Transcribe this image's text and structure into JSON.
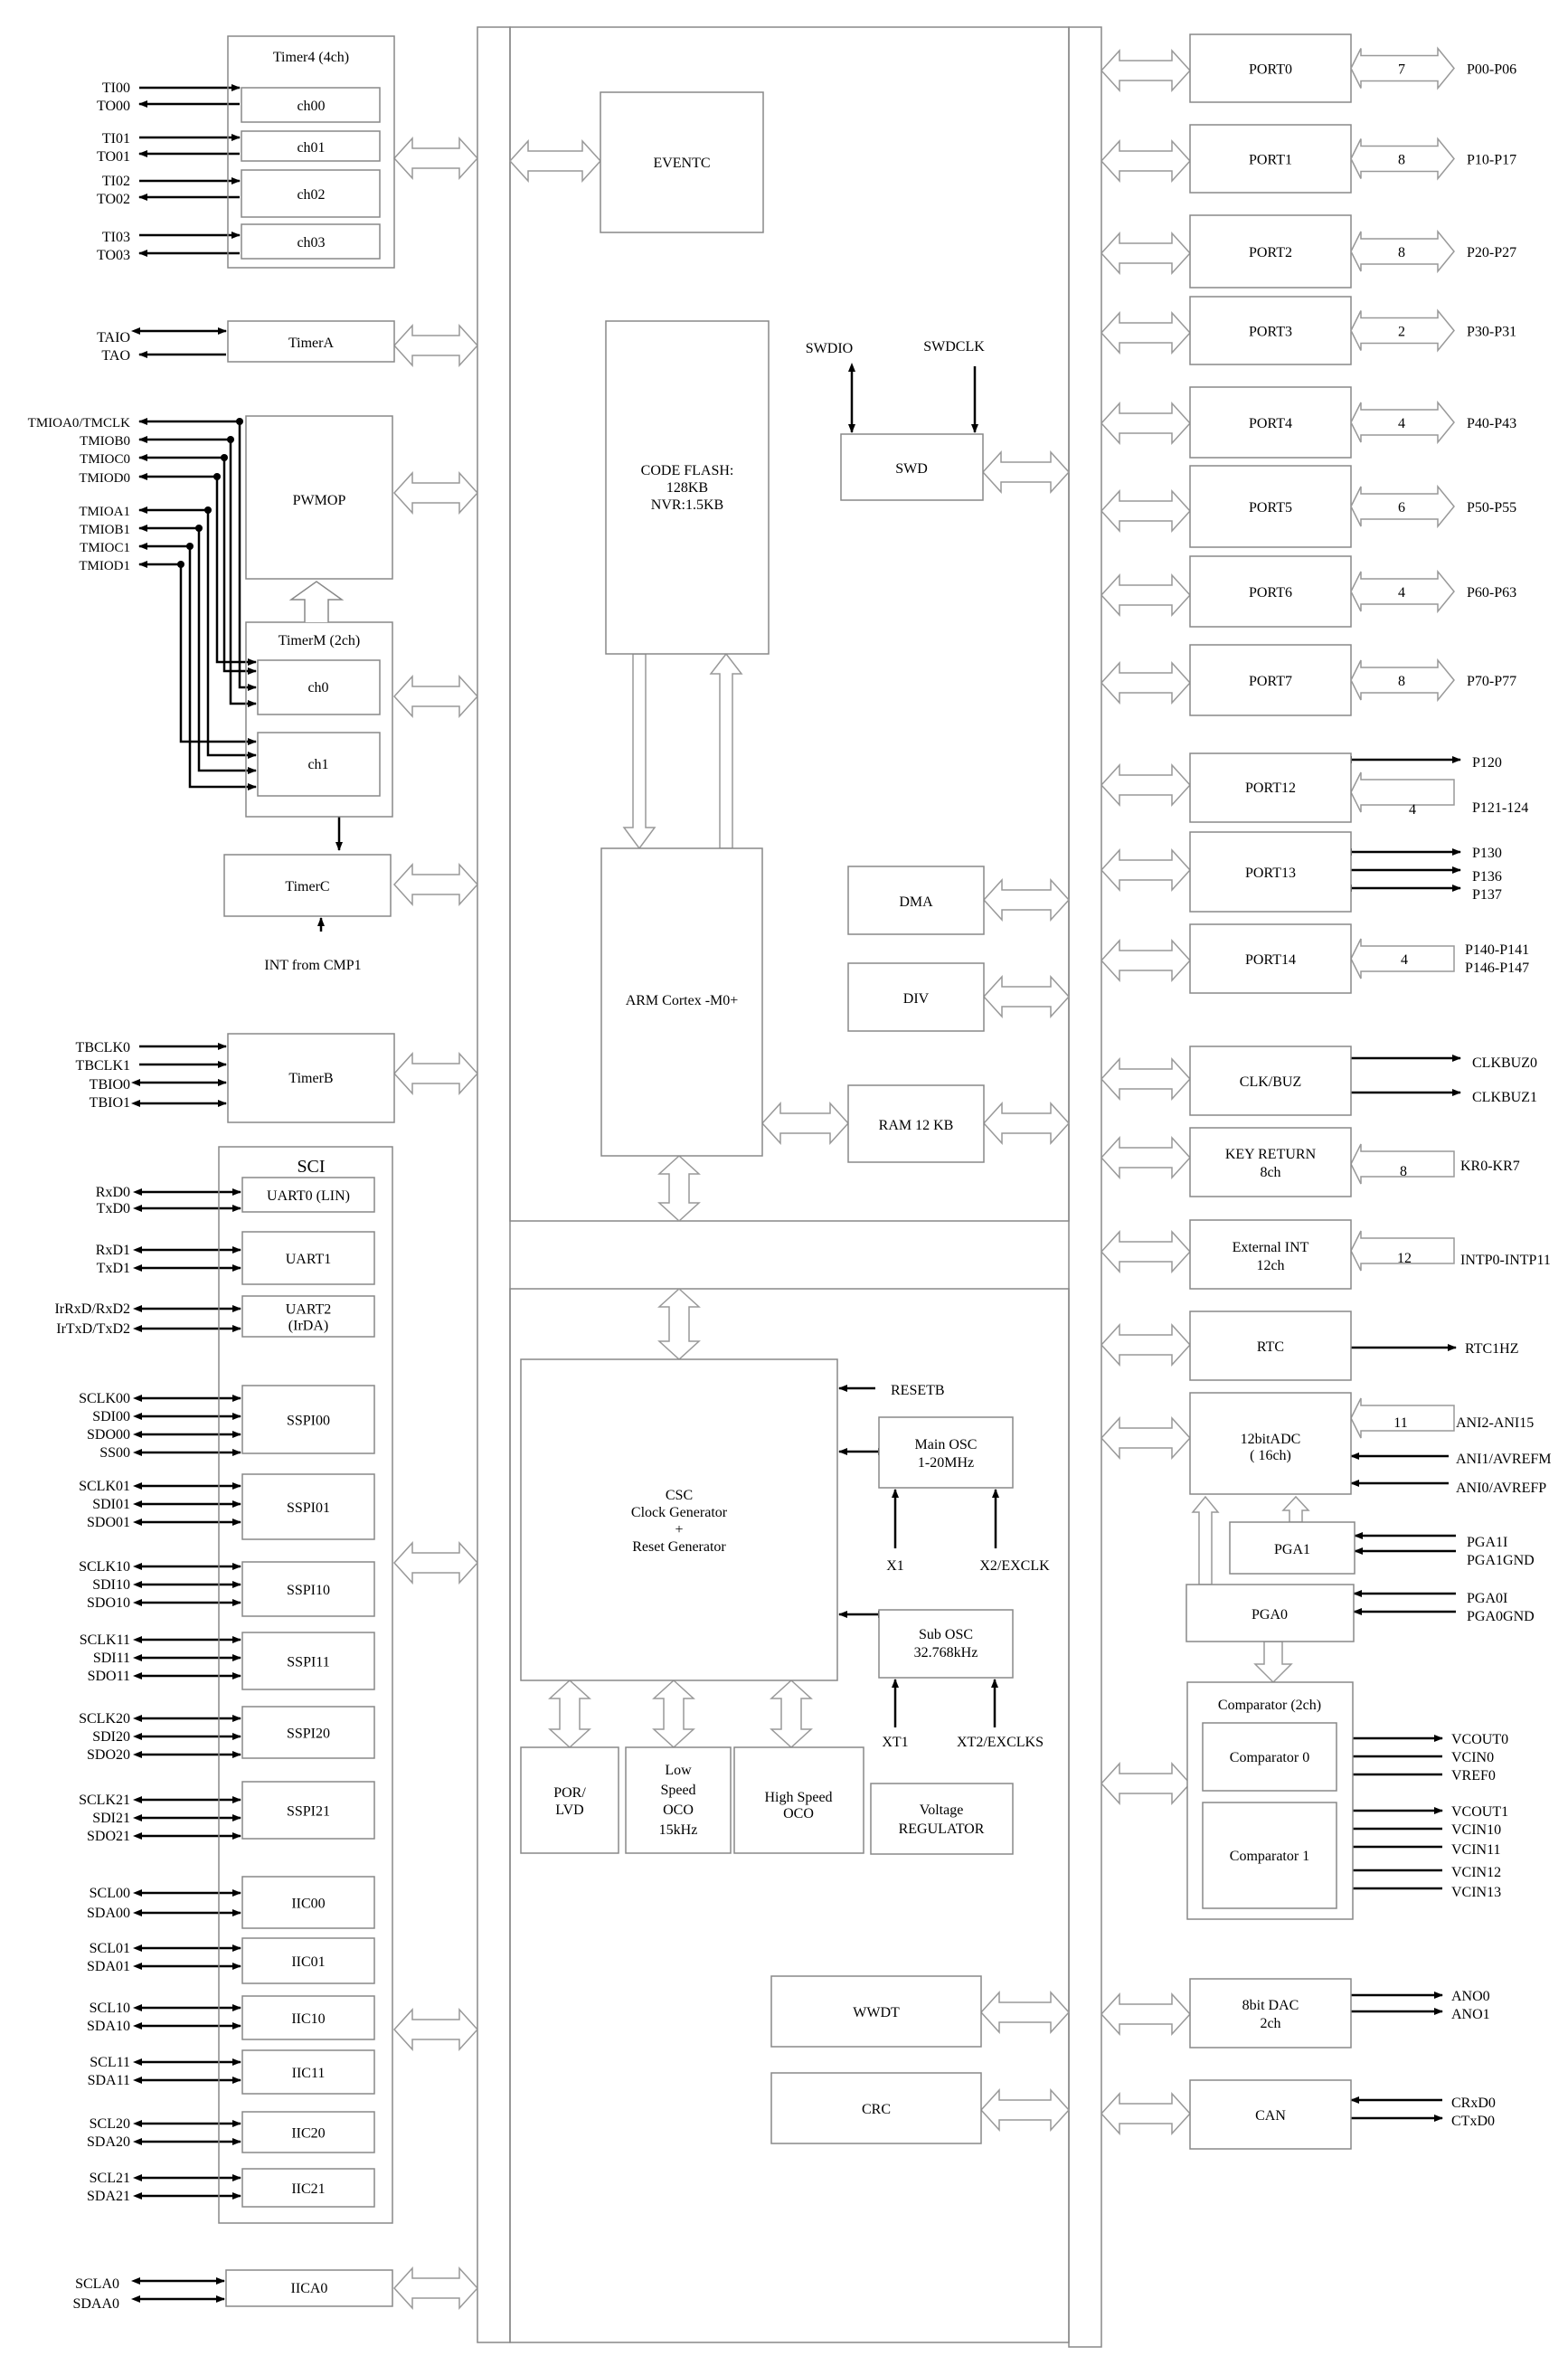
{
  "blocks": {
    "timer4": {
      "title": "Timer4 (4ch)",
      "ch": [
        "ch00",
        "ch01",
        "ch02",
        "ch03"
      ],
      "pins": [
        "TI00",
        "TO00",
        "TI01",
        "TO01",
        "TI02",
        "TO02",
        "TI03",
        "TO03"
      ]
    },
    "timera": {
      "label": "TimerA",
      "pins": [
        "TAIO",
        "TAO"
      ]
    },
    "pwmop": {
      "label": "PWMOP",
      "pins": [
        "TMIOA0/TMCLK",
        "TMIOB0",
        "TMIOC0",
        "TMIOD0",
        "TMIOA1",
        "TMIOB1",
        "TMIOC1",
        "TMIOD1"
      ]
    },
    "timerm": {
      "title": "TimerM (2ch)",
      "ch": [
        "ch0",
        "ch1"
      ]
    },
    "timerc": {
      "label": "TimerC",
      "note": "INT from CMP1"
    },
    "timerb": {
      "label": "TimerB",
      "pins": [
        "TBCLK0",
        "TBCLK1",
        "TBIO0",
        "TBIO1"
      ]
    },
    "sci": {
      "title": "SCI",
      "units": [
        {
          "label": "UART0 (LIN)",
          "pins": [
            "RxD0",
            "TxD0"
          ]
        },
        {
          "label": "UART1",
          "pins": [
            "RxD1",
            "TxD1"
          ]
        },
        {
          "label": "UART2",
          "label2": "(IrDA)",
          "pins": [
            "IrRxD/RxD2",
            "IrTxD/TxD2"
          ]
        },
        {
          "label": "SSPI00",
          "pins": [
            "SCLK00",
            "SDI00",
            "SDO00",
            "SS00"
          ]
        },
        {
          "label": "SSPI01",
          "pins": [
            "SCLK01",
            "SDI01",
            "SDO01"
          ]
        },
        {
          "label": "SSPI10",
          "pins": [
            "SCLK10",
            "SDI10",
            "SDO10"
          ]
        },
        {
          "label": "SSPI11",
          "pins": [
            "SCLK11",
            "SDI11",
            "SDO11"
          ]
        },
        {
          "label": "SSPI20",
          "pins": [
            "SCLK20",
            "SDI20",
            "SDO20"
          ]
        },
        {
          "label": "SSPI21",
          "pins": [
            "SCLK21",
            "SDI21",
            "SDO21"
          ]
        },
        {
          "label": "IIC00",
          "pins": [
            "SCL00",
            "SDA00"
          ]
        },
        {
          "label": "IIC01",
          "pins": [
            "SCL01",
            "SDA01"
          ]
        },
        {
          "label": "IIC10",
          "pins": [
            "SCL10",
            "SDA10"
          ]
        },
        {
          "label": "IIC11",
          "pins": [
            "SCL11",
            "SDA11"
          ]
        },
        {
          "label": "IIC20",
          "pins": [
            "SCL20",
            "SDA20"
          ]
        },
        {
          "label": "IIC21",
          "pins": [
            "SCL21",
            "SDA21"
          ]
        }
      ]
    },
    "iica0": {
      "label": "IICA0",
      "pins": [
        "SCLA0",
        "SDAA0"
      ]
    },
    "eventc": {
      "label": "EVENTC"
    },
    "flash": {
      "l1": "CODE FLASH:",
      "l2": "128KB",
      "l3": "NVR:1.5KB"
    },
    "cpu": {
      "label": "ARM Cortex -M0+"
    },
    "swd": {
      "label": "SWD",
      "pins": [
        "SWDIO",
        "SWDCLK"
      ]
    },
    "dma": {
      "label": "DMA"
    },
    "div": {
      "label": "DIV"
    },
    "ram": {
      "label": "RAM   12 KB"
    },
    "csc": {
      "l1": "CSC",
      "l2": "Clock Generator",
      "l3": "+",
      "l4": "Reset Generator",
      "reset": "RESETB"
    },
    "mainosc": {
      "l1": "Main OSC",
      "l2": "1-20MHz",
      "pins": [
        "X1",
        "X2/EXCLK"
      ]
    },
    "subosc": {
      "l1": "Sub OSC",
      "l2": "32.768kHz",
      "pins": [
        "XT1",
        "XT2/EXCLKS"
      ]
    },
    "por": {
      "l1": "POR/",
      "l2": "LVD"
    },
    "lso": {
      "l1": "Low",
      "l2": "Speed",
      "l3": "OCO",
      "l4": "15kHz"
    },
    "hso": {
      "l1": "High  Speed",
      "l2": "OCO"
    },
    "vreg": {
      "l1": "Voltage",
      "l2": "REGULATOR"
    },
    "wwdt": {
      "label": "WWDT"
    },
    "crc": {
      "label": "CRC"
    },
    "ports": [
      {
        "label": "PORT0",
        "count": "7",
        "pins": "P00-P06"
      },
      {
        "label": "PORT1",
        "count": "8",
        "pins": "P10-P17"
      },
      {
        "label": "PORT2",
        "count": "8",
        "pins": "P20-P27"
      },
      {
        "label": "PORT3",
        "count": "2",
        "pins": "P30-P31"
      },
      {
        "label": "PORT4",
        "count": "4",
        "pins": "P40-P43"
      },
      {
        "label": "PORT5",
        "count": "6",
        "pins": "P50-P55"
      },
      {
        "label": "PORT6",
        "count": "4",
        "pins": "P60-P63"
      },
      {
        "label": "PORT7",
        "count": "8",
        "pins": "P70-P77"
      }
    ],
    "port12": {
      "label": "PORT12",
      "count": "4",
      "pins": [
        "P120",
        "P121-124"
      ]
    },
    "port13": {
      "label": "PORT13",
      "pins": [
        "P130",
        "P136",
        "P137"
      ]
    },
    "port14": {
      "label": "PORT14",
      "count": "4",
      "pins": [
        "P140-P141",
        "P146-P147"
      ]
    },
    "clkbuz": {
      "label": "CLK/BUZ",
      "pins": [
        "CLKBUZ0",
        "CLKBUZ1"
      ]
    },
    "keyret": {
      "l1": "KEY RETURN",
      "l2": "8ch",
      "count": "8",
      "pins": "KR0-KR7"
    },
    "extint": {
      "l1": "External INT",
      "l2": "12ch",
      "count": "12",
      "pins": "INTP0-INTP11"
    },
    "rtc": {
      "label": "RTC",
      "pin": "RTC1HZ"
    },
    "adc": {
      "l1": "12bitADC",
      "l2": "( 16ch)",
      "count": "11",
      "pins": [
        "ANI2-ANI15",
        "ANI1/AVREFM",
        "ANI0/AVREFP"
      ]
    },
    "pga1": {
      "label": "PGA1",
      "pins": [
        "PGA1I",
        "PGA1GND"
      ]
    },
    "pga0": {
      "label": "PGA0",
      "pins": [
        "PGA0I",
        "PGA0GND"
      ]
    },
    "comparator": {
      "title": "Comparator  (2ch)",
      "c0": "Comparator 0",
      "c1": "Comparator 1",
      "pins0": [
        "VCOUT0",
        "VCIN0",
        "VREF0"
      ],
      "pins1": [
        "VCOUT1",
        "VCIN10",
        "VCIN11",
        "VCIN12",
        "VCIN13"
      ]
    },
    "dac": {
      "l1": "8bit DAC",
      "l2": "2ch",
      "pins": [
        "ANO0",
        "ANO1"
      ]
    },
    "can": {
      "label": "CAN",
      "pins": [
        "CRxD0",
        "CTxD0"
      ]
    }
  }
}
